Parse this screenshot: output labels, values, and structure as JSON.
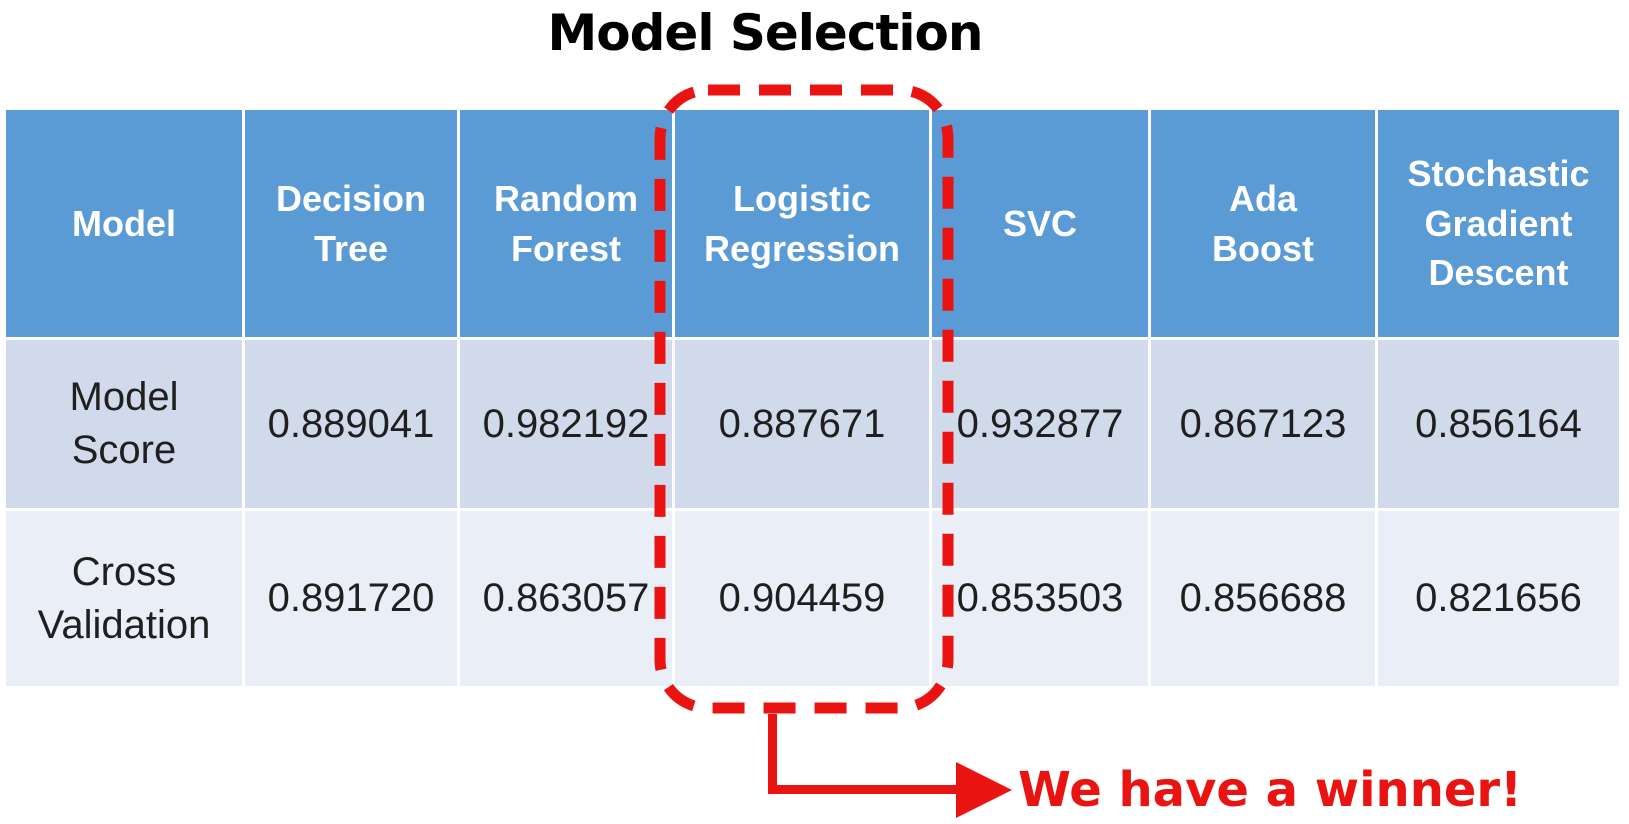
{
  "title": "Model Selection",
  "table": {
    "header_row_label": "Model",
    "columns": [
      "Decision\nTree",
      "Random\nForest",
      "Logistic\nRegression",
      "SVC",
      "Ada\nBoost",
      "Stochastic\nGradient\nDescent"
    ],
    "rows": [
      {
        "label": "Model\nScore",
        "values": [
          "0.889041",
          "0.982192",
          "0.887671",
          "0.932877",
          "0.867123",
          "0.856164"
        ]
      },
      {
        "label": "Cross\nValidation",
        "values": [
          "0.891720",
          "0.863057",
          "0.904459",
          "0.853503",
          "0.856688",
          "0.821656"
        ]
      }
    ],
    "colors": {
      "header_bg": "#5b9bd5",
      "header_text": "#ffffff",
      "row1_bg": "#d0daea",
      "row2_bg": "#e9eef7",
      "body_text": "#1f1f1f"
    }
  },
  "annotation": {
    "winner_text": "We have a winner!",
    "highlighted_column": "Logistic Regression",
    "highlight_color": "#e91412"
  },
  "chart_data": {
    "type": "table",
    "title": "Model Selection",
    "columns": [
      "Model",
      "Decision Tree",
      "Random Forest",
      "Logistic Regression",
      "SVC",
      "Ada Boost",
      "Stochastic Gradient Descent"
    ],
    "rows": [
      [
        "Model Score",
        0.889041,
        0.982192,
        0.887671,
        0.932877,
        0.867123,
        0.856164
      ],
      [
        "Cross Validation",
        0.89172,
        0.863057,
        0.904459,
        0.853503,
        0.856688,
        0.821656
      ]
    ],
    "annotations": [
      {
        "text": "We have a winner!",
        "target_column": "Logistic Regression",
        "style": "red dashed box with elbow arrow"
      }
    ]
  }
}
